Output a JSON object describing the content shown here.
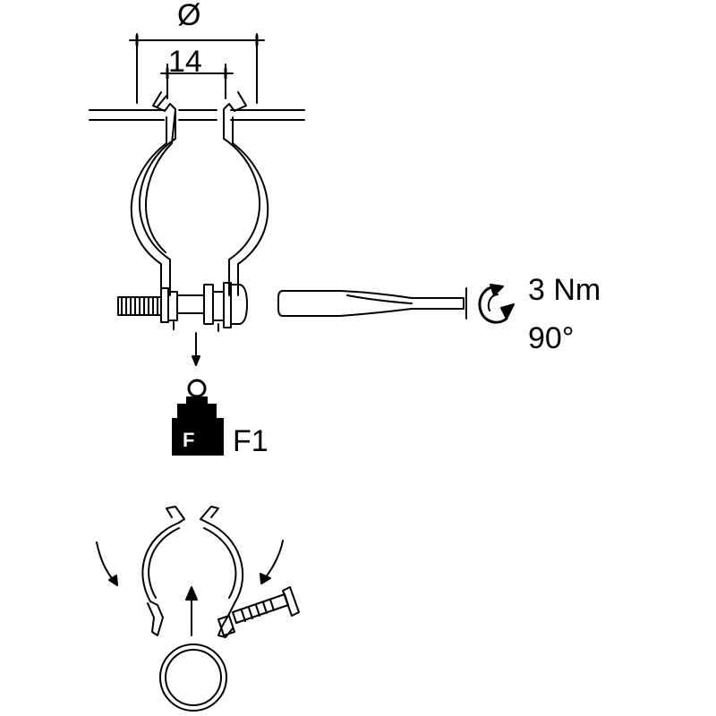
{
  "dimensions": {
    "outer_symbol": "Ø",
    "inner_value": "14"
  },
  "tightening": {
    "torque": "3 Nm",
    "angle": "90°"
  },
  "load": {
    "weight_letter": "F",
    "force_label": "F1"
  },
  "colors": {
    "line": "#000000",
    "background": "#ffffff"
  },
  "icons": [
    "rotation-arrow-icon",
    "weight-icon",
    "screwdriver-icon"
  ]
}
